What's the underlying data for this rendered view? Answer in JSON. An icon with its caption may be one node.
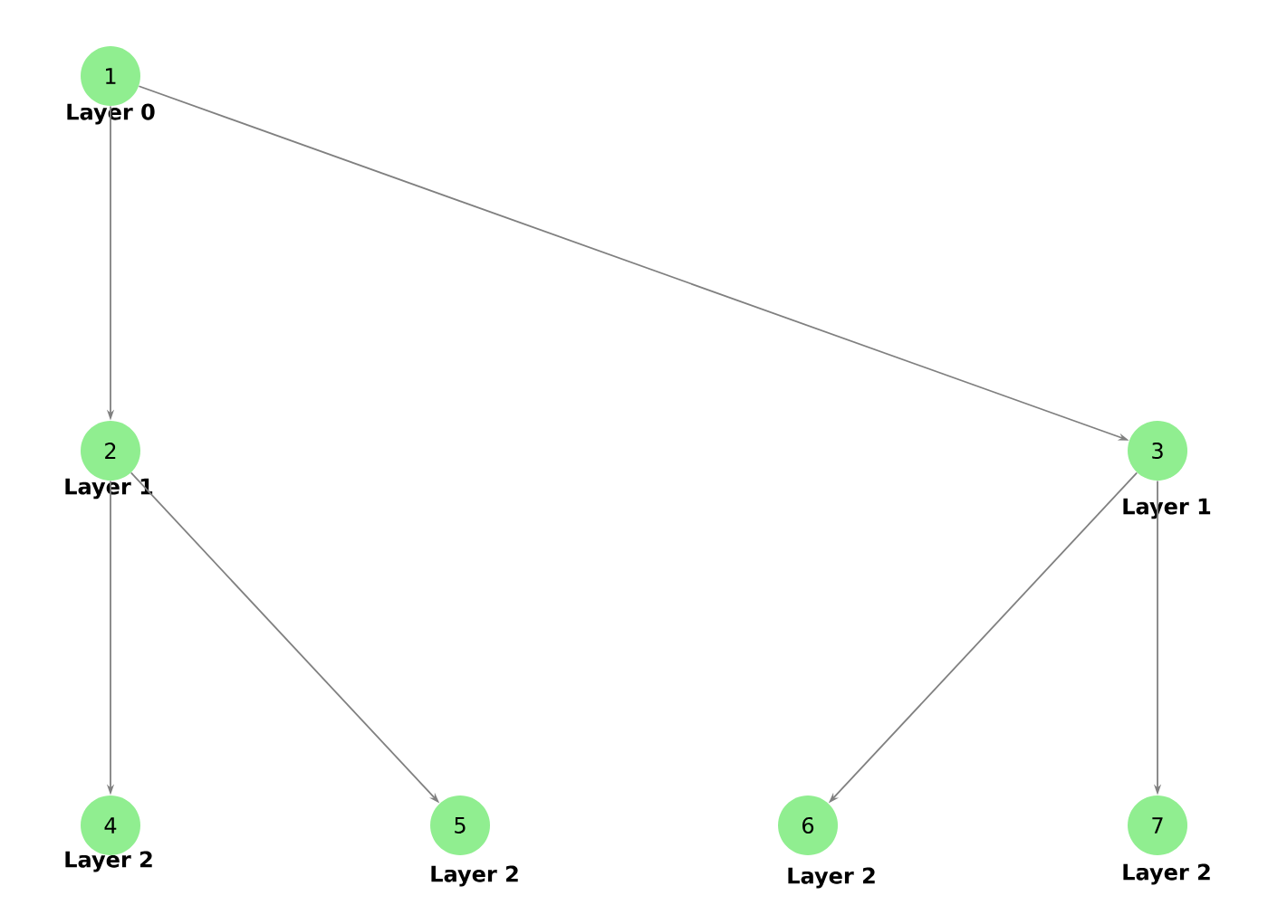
{
  "diagram": {
    "nodes": [
      {
        "text": [
          "1"
        ],
        "beside": [
          "Layer 0"
        ]
      },
      {
        "text": [
          "2"
        ],
        "beside": [
          "Layer 1"
        ]
      },
      {
        "text": [
          "3"
        ],
        "beside": [
          "Layer 1"
        ]
      },
      {
        "text": [
          "4"
        ],
        "beside": [
          "Layer 2"
        ]
      },
      {
        "text": [
          "5"
        ],
        "beside": [
          "Layer 2"
        ]
      },
      {
        "text": [
          "6"
        ],
        "beside": [
          "Layer 2"
        ]
      },
      {
        "text": [
          "7"
        ],
        "beside": [
          "Layer 2"
        ]
      }
    ],
    "edges": [
      {
        "from": 0,
        "to": 1,
        "arrow": "to"
      },
      {
        "from": 0,
        "to": 2,
        "arrow": "to"
      },
      {
        "from": 1,
        "to": 3,
        "arrow": "to"
      },
      {
        "from": 1,
        "to": 4,
        "arrow": "to"
      },
      {
        "from": 2,
        "to": 5,
        "arrow": "to"
      },
      {
        "from": 2,
        "to": 6,
        "arrow": "to"
      }
    ]
  }
}
